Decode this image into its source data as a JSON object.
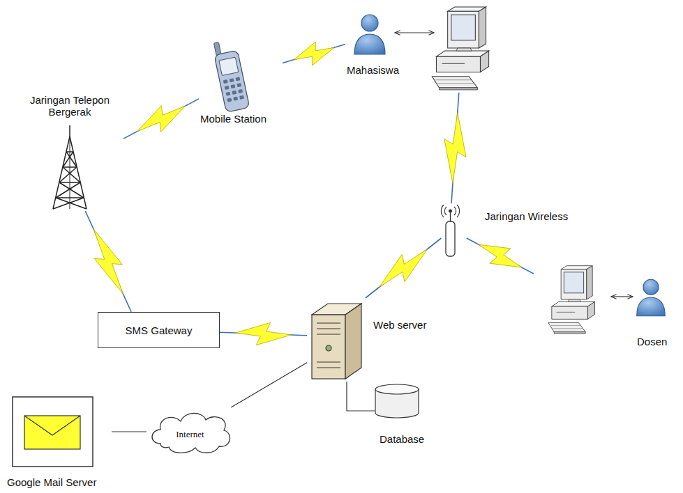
{
  "diagram": {
    "nodes": [
      {
        "text": [
          "Mahasiswa"
        ]
      },
      {
        "text": [
          "Mobile Station"
        ]
      },
      {
        "text": [
          "Jaringan Telepon Bergerak"
        ]
      },
      {
        "text": [
          "Jaringan Wireless"
        ]
      },
      {
        "text": [
          "SMS Gateway"
        ]
      },
      {
        "text": [
          "Web server"
        ]
      },
      {
        "text": [
          "Dosen"
        ]
      },
      {
        "text": [
          "Database"
        ]
      },
      {
        "text": [
          "Internet"
        ]
      },
      {
        "text": [
          "Google Mail Server"
        ]
      }
    ],
    "edges": [
      {
        "from": 1,
        "to": 0,
        "arrow": "none"
      },
      {
        "from": 2,
        "to": 1,
        "arrow": "none"
      },
      {
        "from": 2,
        "to": 4,
        "arrow": "none"
      },
      {
        "from": 4,
        "to": 5,
        "arrow": "none"
      },
      {
        "from": 5,
        "to": 3,
        "arrow": "none"
      },
      {
        "from": 0,
        "to": 3,
        "arrow": "none"
      },
      {
        "from": 3,
        "to": 6,
        "arrow": "none"
      },
      {
        "from": 5,
        "to": 8,
        "arrow": "none"
      },
      {
        "from": 8,
        "to": 9,
        "arrow": "none"
      },
      {
        "from": 5,
        "to": 7,
        "arrow": "none"
      }
    ]
  }
}
